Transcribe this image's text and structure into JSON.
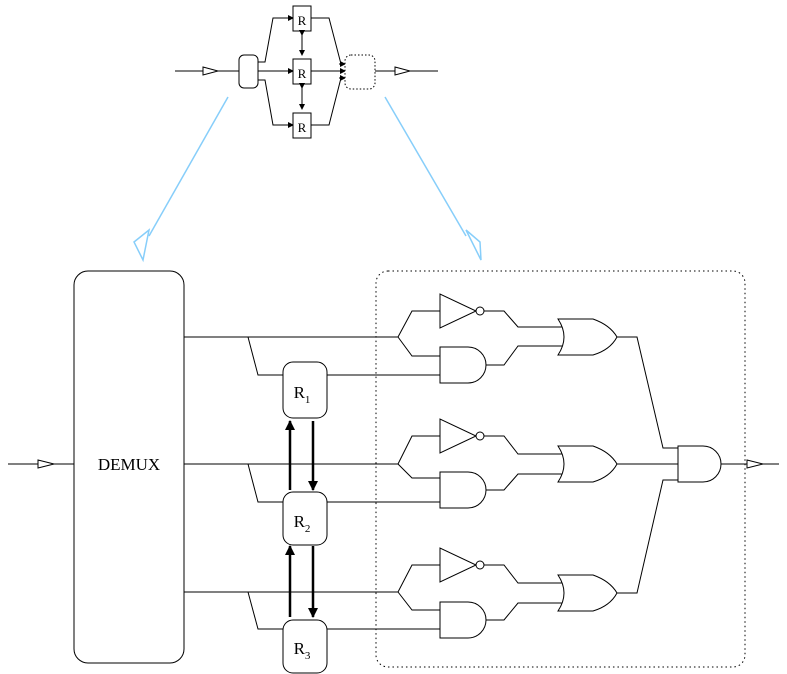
{
  "colors": {
    "wire": "#000000",
    "zoom_line": "#87cefa",
    "background": "#ffffff"
  },
  "overview": {
    "replica_label": "R",
    "replicas": [
      "R",
      "R",
      "R"
    ]
  },
  "detail": {
    "demux_label": "DEMUX",
    "register_base": "R",
    "registers": [
      {
        "base": "R",
        "index": "1"
      },
      {
        "base": "R",
        "index": "2"
      },
      {
        "base": "R",
        "index": "3"
      }
    ]
  }
}
